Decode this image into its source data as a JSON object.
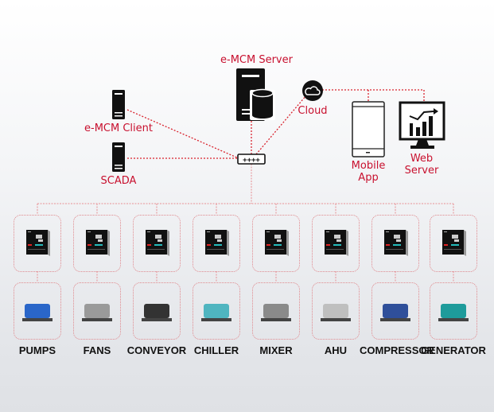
{
  "nodes": {
    "server": {
      "label": "e-MCM Server",
      "icon": "server-database-icon"
    },
    "client": {
      "label": "e-MCM Client",
      "icon": "server-tower-icon"
    },
    "scada": {
      "label": "SCADA",
      "icon": "server-tower-icon"
    },
    "switch": {
      "icon": "network-switch-icon"
    },
    "cloud": {
      "label": "Cloud",
      "icon": "cloud-icon"
    },
    "mobile": {
      "label_line1": "Mobile",
      "label_line2": "App",
      "icon": "mobile-phone-icon"
    },
    "web": {
      "label_line1": "Web",
      "label_line2": "Server",
      "icon": "monitor-chart-icon"
    }
  },
  "equipment": [
    {
      "label": "PUMPS",
      "meter": "power-meter",
      "image": "pump"
    },
    {
      "label": "FANS",
      "meter": "power-meter",
      "image": "fan"
    },
    {
      "label": "CONVEYOR",
      "meter": "power-meter",
      "image": "conveyor"
    },
    {
      "label": "CHILLER",
      "meter": "power-meter",
      "image": "chiller"
    },
    {
      "label": "MIXER",
      "meter": "power-meter",
      "image": "mixer"
    },
    {
      "label": "AHU",
      "meter": "power-meter",
      "image": "ahu"
    },
    {
      "label": "COMPRESSOR",
      "meter": "power-meter",
      "image": "compressor"
    },
    {
      "label": "GENERATOR",
      "meter": "power-meter",
      "image": "generator"
    }
  ],
  "colors": {
    "accent": "#c8102e",
    "link": "#d9232e",
    "box_border": "#e08a8f",
    "icon": "#111111"
  }
}
